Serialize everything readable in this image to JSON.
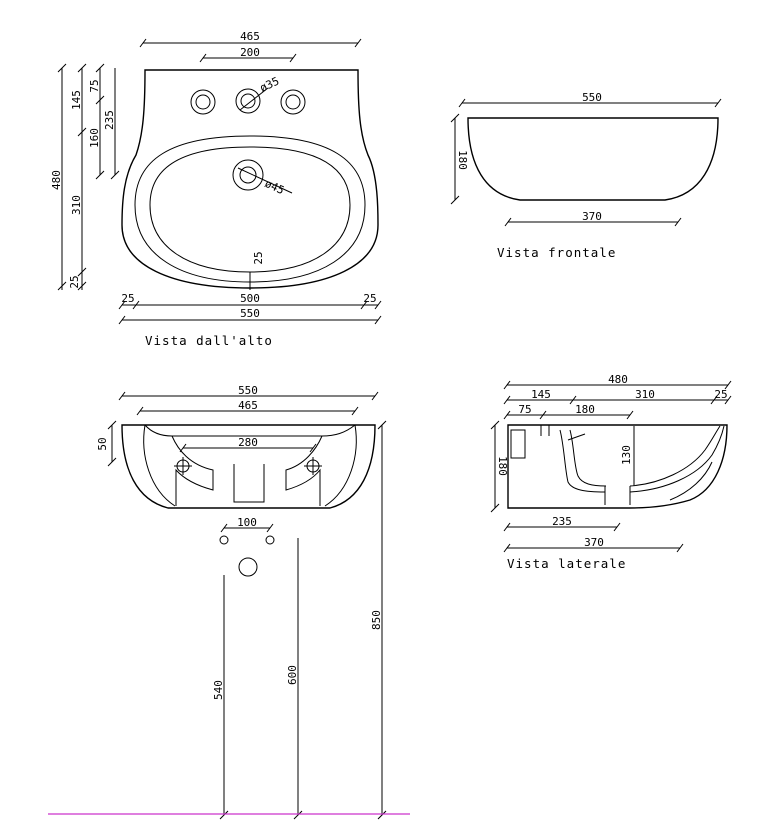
{
  "views": {
    "top": {
      "caption": "Vista dall'alto",
      "dims": {
        "w465": "465",
        "w200": "200",
        "d35": "ø35",
        "d45": "ø45",
        "v75": "75",
        "v145": "145",
        "v235": "235",
        "v160": "160",
        "v480": "480",
        "v310": "310",
        "v25a": "25",
        "v25b": "25",
        "h25l": "25",
        "h500": "500",
        "h25r": "25",
        "h550": "550"
      }
    },
    "front": {
      "caption": "Vista frontale",
      "dims": {
        "w550": "550",
        "h180": "180",
        "w370": "370"
      }
    },
    "elevation": {
      "dims": {
        "w550": "550",
        "w465": "465",
        "w280": "280",
        "h50": "50",
        "w100": "100",
        "h540": "540",
        "h600": "600",
        "h850": "850"
      }
    },
    "side": {
      "caption": "Vista laterale",
      "dims": {
        "w480": "480",
        "w145": "145",
        "w310": "310",
        "w25": "25",
        "w75": "75",
        "w180": "180",
        "h130": "130",
        "h180": "180",
        "w235": "235",
        "w370": "370"
      }
    }
  },
  "colors": {
    "line": "#000000",
    "floor": "#cc33cc"
  }
}
